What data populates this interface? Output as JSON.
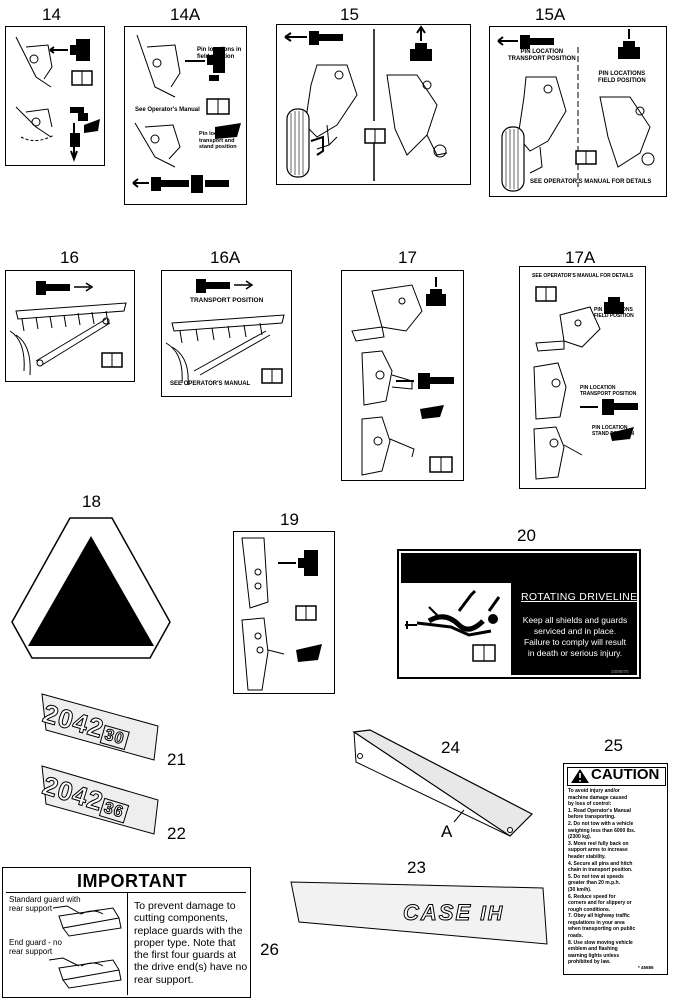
{
  "labels": {
    "d14": "14",
    "d14a": "14A",
    "d15": "15",
    "d15a": "15A",
    "d16": "16",
    "d16a": "16A",
    "d17": "17",
    "d17a": "17A",
    "d18": "18",
    "d19": "19",
    "d20": "20",
    "d21": "21",
    "d22": "22",
    "d23": "23",
    "d24": "24",
    "d25": "25",
    "d26": "26",
    "letter_a": "A"
  },
  "decal14a": {
    "pin_field": "Pin locations in\nfield position",
    "see_manual": "See Operator's Manual",
    "pin_transport": "Pin location in\ntransport and\nstand position"
  },
  "decal15a": {
    "pin_transport": "PIN LOCATION\nTRANSPORT POSITION",
    "pin_field": "PIN LOCATIONS\nFIELD POSITION",
    "see_manual": "SEE OPERATOR'S MANUAL FOR DETAILS"
  },
  "decal16a": {
    "transport": "TRANSPORT POSITION",
    "see_manual": "SEE OPERATOR'S MANUAL"
  },
  "decal17a": {
    "see_manual": "SEE OPERATOR'S MANUAL FOR DETAILS",
    "pin_field": "PIN LOCATIONS\nFIELD POSITION",
    "pin_transport": "PIN LOCATION\nTRANSPORT POSITION",
    "pin_stand": "PIN LOCATION\nSTAND POSITION"
  },
  "decal20": {
    "title": "ROTATING DRIVELINE",
    "text": "Keep all shields and guards\nserviced and in place.\nFailure to comply will result\nin death or serious injury.",
    "code": "1008070"
  },
  "decal21": {
    "model": "2042",
    "size": "30"
  },
  "decal22": {
    "model": "2042",
    "size": "36"
  },
  "decal23": {
    "brand": "CASE",
    "brand_mark": "IH"
  },
  "decal25": {
    "heading": "CAUTION",
    "text": "To avoid injury and/or\nmachine damage caused\nby loss of control:\n1. Read Operator's Manual\nbefore transporting.\n2. Do not tow with a vehicle\nweighing less than 6000 lbs.\n(2300 kg).\n3. Move reel fully back on\nsupport arms to increase\nheader stability.\n4. Secure all pins and hitch\nchain in transport position.\n5. Do not tow at speeds\ngreater than 20 m.p.h.\n(30 km/h).\n6. Reduce speed for\ncorners and for slippery or\nrough conditions.\n7. Obey all highway traffic\nregulations in your area\nwhen transporting on public\nroads.\n8. Use slow moving vehicle\nemblem and flashing\nwarning lights unless\nprohibited by law.",
    "code": "* 45686"
  },
  "decal26": {
    "title": "IMPORTANT",
    "std_guard": "Standard guard with\nrear support",
    "end_guard": "End guard - no\nrear support",
    "text": "To prevent damage to\ncutting components,\nreplace guards with the\nproper type.  Note that\nthe first four guards at\nthe drive end(s) have no\nrear support."
  },
  "colors": {
    "ink": "#000000",
    "paper": "#ffffff",
    "gray": "#888888"
  }
}
